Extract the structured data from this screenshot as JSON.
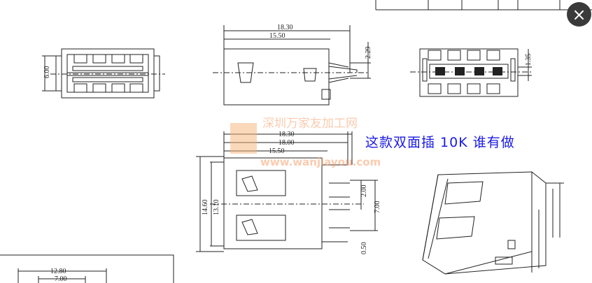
{
  "caption": "这款双面插 10K 谁有做",
  "watermark": {
    "name": "深圳万家友加工网",
    "url": "www.wanjiayou.com"
  },
  "close_button": {
    "icon": "close-icon",
    "label": "×"
  },
  "dimensions": {
    "side_top_total": "18.30",
    "side_top_inner": "15.50",
    "side_top_height": "2.29",
    "front_height": "6.00",
    "rear_pitch": "1.35",
    "side_bottom_total": "18.30",
    "side_bottom_mid": "18.00",
    "side_bottom_inner": "15.50",
    "height_outer": "14.60",
    "height_inner": "13.10",
    "pin_spacing": "2.00",
    "pin_span": "7.00",
    "pin_offset": "0.50",
    "bottom_width": "12.80",
    "bottom_inner": "7.00"
  }
}
